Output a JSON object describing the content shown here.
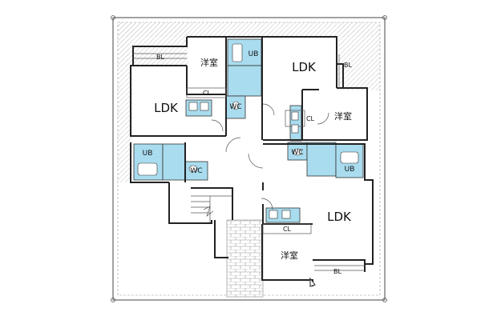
{
  "floorplan": {
    "rooms": [
      {
        "id": "ldk-left",
        "label": "LDK"
      },
      {
        "id": "youshitsu-top",
        "label": "洋室"
      },
      {
        "id": "ldk-top-right",
        "label": "LDK"
      },
      {
        "id": "youshitsu-right",
        "label": "洋室"
      },
      {
        "id": "ldk-bottom-right",
        "label": "LDK"
      },
      {
        "id": "youshitsu-bottom",
        "label": "洋室"
      }
    ],
    "fixtures": [
      {
        "id": "bl-top-left",
        "label": "BL"
      },
      {
        "id": "bl-top-right",
        "label": "BL"
      },
      {
        "id": "bl-bottom",
        "label": "BL"
      },
      {
        "id": "ub-top",
        "label": "UB"
      },
      {
        "id": "ub-left",
        "label": "UB"
      },
      {
        "id": "ub-right",
        "label": "UB"
      },
      {
        "id": "wc-top",
        "label": "WC"
      },
      {
        "id": "wc-left",
        "label": "WC"
      },
      {
        "id": "wc-right",
        "label": "WC"
      },
      {
        "id": "cl-top",
        "label": "CL"
      },
      {
        "id": "cl-right",
        "label": "CL"
      },
      {
        "id": "cl-bottom",
        "label": "CL"
      }
    ],
    "colors": {
      "wet_area": "#a9dcee",
      "wall": "#222222",
      "hatch": "#cfcfcf",
      "paving": "#bdbdbd"
    }
  }
}
